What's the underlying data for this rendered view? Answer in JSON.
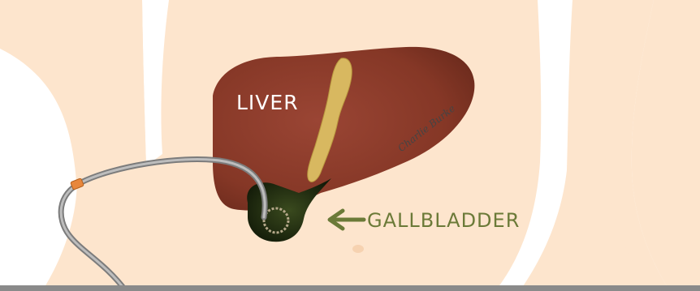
{
  "labels": {
    "liver": "LIVER",
    "gallbladder": "GALLBLADDER"
  },
  "signature": "Charlie Burke",
  "colors": {
    "skin": "#fde5cd",
    "liver": "#8a3a2a",
    "fat": "#d8b860",
    "gallbladder": "#1c2a10",
    "tube": "#9c9c9c",
    "tube_tip": "#e8873c",
    "arrow": "#6b7a38",
    "bottom_bar": "#8a8a8a"
  },
  "icons": {
    "arrow": "arrow-left-icon"
  }
}
